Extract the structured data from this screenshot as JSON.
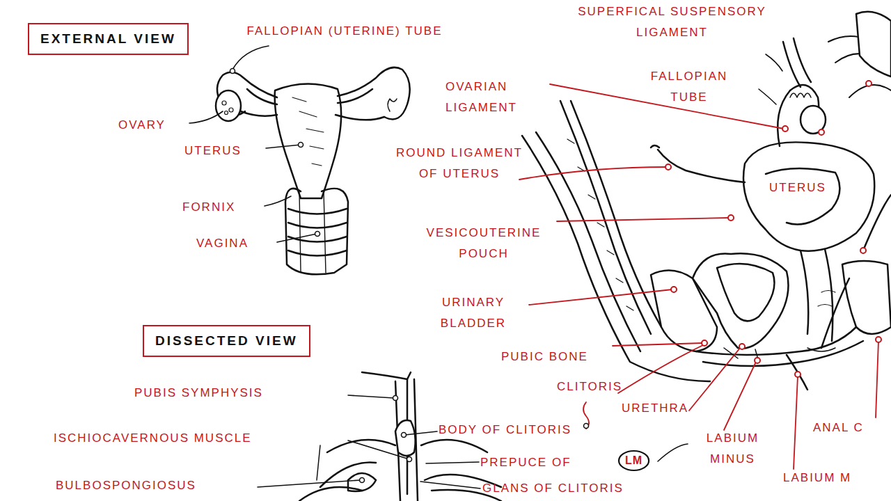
{
  "diagram": {
    "nodes": [
      {
        "text": [
          "EXTERNAL VIEW"
        ]
      },
      {
        "text": [
          "DISSECTED VIEW"
        ]
      },
      {
        "text": [
          "LM"
        ]
      }
    ],
    "labels": [
      "FALLOPIAN (UTERINE) TUBE",
      "OVARY",
      "UTERUS",
      "FORNIX",
      "VAGINA",
      "SUPERFICAL SUSPENSORY LIGAMENT",
      "FALLOPIAN TUBE",
      "OVARIAN LIGAMENT",
      "ROUND LIGAMENT OF UTERUS",
      "UTERUS",
      "VESICOUTERINE POUCH",
      "URINARY BLADDER",
      "PUBIC BONE",
      "CLITORIS",
      "URETHRA",
      "LABIUM MINUS",
      "ANAL C",
      "LABIUM M",
      "PUBIS SYMPHYSIS",
      "BODY OF CLITORIS",
      "ISCHIOCAVERNOUS MUSCLE",
      "PREPUCE OF",
      "BULBOSPONGIOSUS",
      "GLANS OF CLITORIS"
    ]
  }
}
